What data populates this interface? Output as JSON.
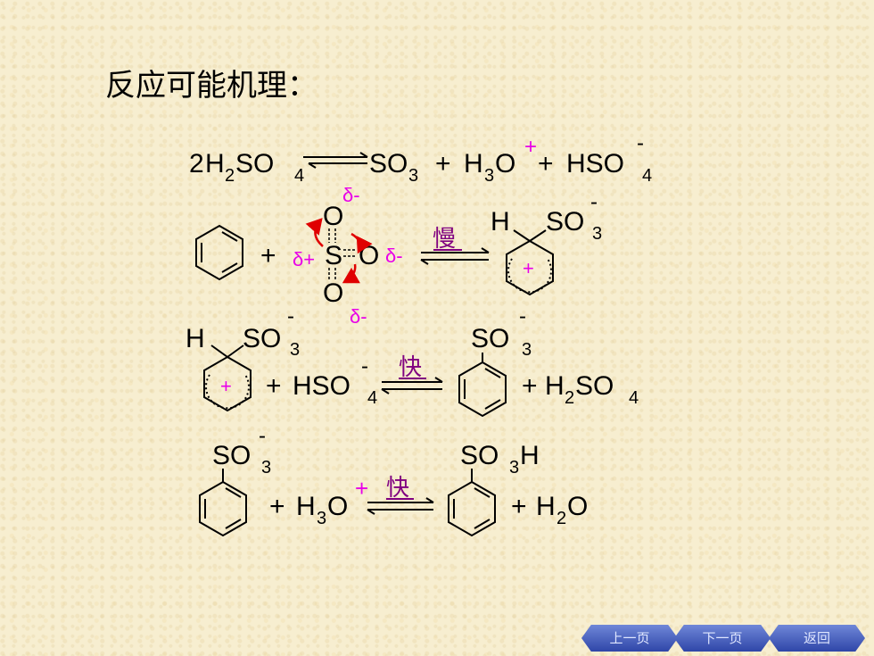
{
  "title": "反应可能机理：",
  "colors": {
    "black": "#000000",
    "magenta": "#e800e8",
    "purple": "#800080",
    "red": "#e00000",
    "nav": "#3a52b8"
  },
  "labels": {
    "slow": "慢",
    "fast": "快"
  },
  "eq1": {
    "coef": "2",
    "reactant": {
      "h": "H",
      "h_sub": "2",
      "so": "SO",
      "so_sub": "4"
    },
    "p1": {
      "so": "SO",
      "so_sub": "3"
    },
    "plus1": "+",
    "p2": {
      "h": "H",
      "h_sub": "3",
      "o": "O",
      "charge": "+"
    },
    "plus2": "+",
    "p3": {
      "hso": "HSO",
      "sub": "4",
      "charge": "-"
    }
  },
  "eq2": {
    "plus": "+",
    "o_top": "O",
    "s": "S",
    "o_right": "O",
    "o_bottom": "O",
    "delta_top": "δ-",
    "delta_s": "δ+",
    "delta_right": "δ-",
    "delta_bottom": "δ-",
    "prod": {
      "h": "H",
      "so": "SO",
      "sub": "3",
      "charge": "-",
      "ring_charge": "+"
    }
  },
  "eq3": {
    "react": {
      "h": "H",
      "so": "SO",
      "sub": "3",
      "charge": "-",
      "ring_charge": "+"
    },
    "plus1": "+",
    "hso": "HSO",
    "hso_sub": "4",
    "hso_charge": "-",
    "prod": {
      "so": "SO",
      "sub": "3",
      "charge": "-"
    },
    "plus2": "+",
    "h2so4": {
      "h": "H",
      "h_sub": "2",
      "so": "SO",
      "so_sub": "4"
    }
  },
  "eq4": {
    "react": {
      "so": "SO",
      "sub": "3",
      "charge": "-"
    },
    "plus1": "+",
    "h3o": {
      "h": "H",
      "h_sub": "3",
      "o": "O",
      "charge": "+"
    },
    "prod": {
      "so": "SO",
      "sub": "3",
      "h": "H"
    },
    "plus2": "+",
    "h2o": {
      "h": "H",
      "h_sub": "2",
      "o": "O"
    }
  },
  "nav": {
    "prev": "上一页",
    "next": "下一页",
    "back": "返回"
  }
}
